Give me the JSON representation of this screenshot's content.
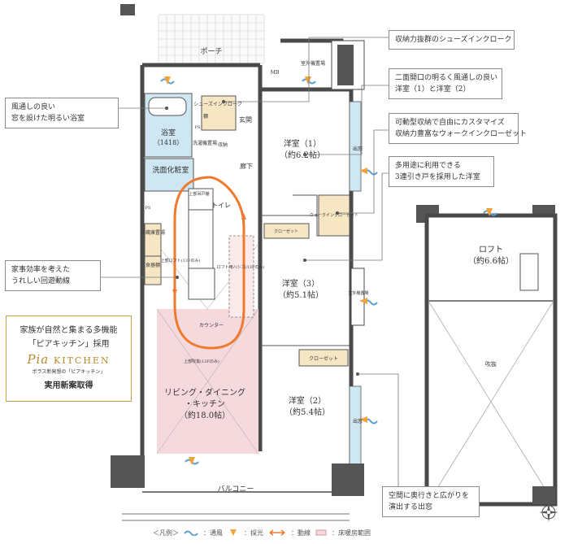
{
  "plan": {
    "rooms": {
      "porch": "ポーチ",
      "mb": "MB",
      "outdoor_unit_1": "室外機置場",
      "outdoor_unit_2": "室外機置場",
      "bathroom": "浴室",
      "bathroom_size": "（1418）",
      "washroom": "洗面化粧室",
      "washer": "洗濯機置場",
      "ps1": "PS",
      "ps2": "PS",
      "shoes_in_closet": "シューズインクローク",
      "storage": "収納",
      "shelf": "棚",
      "entrance": "玄関",
      "hallway": "廊下",
      "toilet": "トイレ",
      "upper_storage": "上部吊戸棚",
      "fridge": "冷蔵庫置場",
      "pantry": "食器棚",
      "upper_loft": "上部ロフト(13Fのみ)",
      "loft_ladder": "ロフト用ハシゴ(13Fのみ)",
      "counter": "カウンター",
      "upper_void": "上部吹抜(13Fのみ)",
      "ldk_l1": "リビング・ダイニング",
      "ldk_l2": "・キッチン",
      "ldk_size": "（約18.0帖）",
      "western1": "洋室（1）",
      "western1_size": "（約6.2帖）",
      "walkin_closet": "ウォークインクローゼット",
      "closet1": "クローゼット",
      "western3": "洋室（3）",
      "western3_size": "（約5.1帖）",
      "closet2": "クローゼット",
      "western2": "洋室（2）",
      "western2_size": "（約5.4帖）",
      "window_bay1": "出窓",
      "window_bay2": "出窓",
      "balcony": "バルコニー",
      "loft": "ロフト",
      "loft_size": "（約6.6帖）",
      "void": "吹抜"
    }
  },
  "callouts": {
    "bath_window": [
      "風通しの良い",
      "窓を設けた明るい浴室"
    ],
    "shoes_closet": [
      "収納力抜群のシューズインクローク"
    ],
    "two_windows": [
      "二面開口の明るく風通しの良い",
      "洋室（1）と洋室（2）"
    ],
    "walkin": [
      "可動型収納で自由にカスタマイズ",
      "収納力豊富なウォークインクローゼット"
    ],
    "sliding_door": [
      "多用途に利用できる",
      "3連引き戸を採用した洋室"
    ],
    "circulation": [
      "家事効率を考えた",
      "うれしい回遊動線"
    ],
    "bay_window": [
      "空間に奥行きと広がりを",
      "演出する出窓"
    ]
  },
  "feature": {
    "line1": "家族が自然と集まる多機能",
    "line2": "「ピアキッチン」採用",
    "logo_script": "Pia",
    "logo_word": "KITCHEN",
    "logo_note": "ポラス新発想の「ピアキッチン」",
    "line3": "実用新案取得"
  },
  "legend": {
    "prefix": "＜凡例＞",
    "ventilation": "：通風",
    "daylight": "：採光",
    "circulation": "：動線",
    "floor_heating": "：床暖房範囲"
  },
  "colors": {
    "wall": "#4a4a4a",
    "bath_fill": "#cfe6f3",
    "closet_fill": "#f6e6c4",
    "floor_heating": "#f6d9dc",
    "circulation": "#ef7a2e",
    "ventilation": "#5b9fd1",
    "daylight": "#f2a33a",
    "frame_gold": "#c9a04a"
  }
}
